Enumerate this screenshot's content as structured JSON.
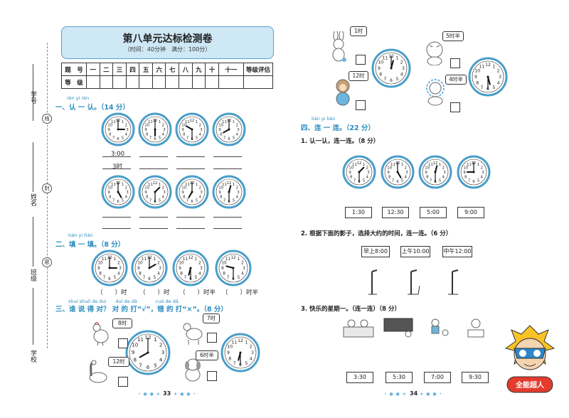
{
  "title": "第八单元达标检测卷",
  "subtitle": "（时间：40分钟　满分：100分）",
  "score_table": {
    "header": [
      "题　号",
      "一",
      "二",
      "三",
      "四",
      "五",
      "六",
      "七",
      "八",
      "九",
      "十",
      "十一",
      "等级评估"
    ],
    "row2_label": "等　级"
  },
  "sidebar": {
    "labels": [
      "学号",
      "姓名",
      "班级",
      "学校"
    ],
    "ring_glyphs": [
      "线",
      "封",
      "密"
    ]
  },
  "sec1": {
    "pinyin": "rèn yi rèn",
    "title": "一、认 一 认。（14 分）",
    "answers": [
      "3:00",
      "3时"
    ]
  },
  "sec2": {
    "pinyin": "tián yi tián",
    "title": "二、填 一 填。（8 分）",
    "blanks": [
      "（　　）时",
      "（　　）时",
      "（　　）时半",
      "（　　）时半"
    ]
  },
  "sec3": {
    "pinyin": "shuí shuō de duì　　duì de dǎ　　　　cuò de dǎ",
    "title": "三、谁 说 得 对？ 对 的 打“√”，错 的 打“×”。（8 分）",
    "tags": [
      "8时",
      "12时",
      "7时",
      "6时半"
    ]
  },
  "right_tags": [
    "1时",
    "12时",
    "5时半",
    "4时半"
  ],
  "sec4": {
    "pinyin": "lián yi lián",
    "title": "四、连 一 连。（22 分）",
    "q1": "1. 认一认，连一连。（8 分）",
    "q1_answers": [
      "1:30",
      "12:30",
      "5:00",
      "9:00"
    ],
    "q2": "2. 根据下面的影子，选择大约的时间，连一连。（6 分）",
    "q2_times": [
      "早上8:00",
      "上午10:00",
      "中午12:00"
    ],
    "q3": "3. 快乐的星期一。（连一连）（8 分）",
    "q3_answers": [
      "3:30",
      "5:30",
      "7:00",
      "9:30"
    ]
  },
  "footer": {
    "left": "33",
    "right": "34"
  },
  "stamp": "全能超人"
}
